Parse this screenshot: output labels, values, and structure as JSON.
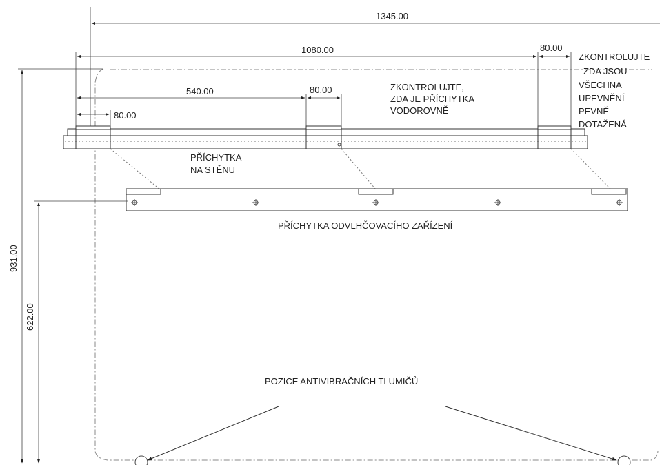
{
  "dimensions": {
    "overall_width": "1345.00",
    "bracket_span": "1080.00",
    "half_span": "540.00",
    "pad_width_left": "80.00",
    "pad_width_mid": "80.00",
    "pad_width_right": "80.00",
    "overall_height": "931.00",
    "bracket_height": "622.00"
  },
  "notes": {
    "check_level": [
      "ZKONTROLUJTE,",
      "ZDA JE PŘÍCHYTKA",
      "VODOROVNĚ"
    ],
    "check_tight": [
      "ZKONTROLUJTE",
      "ZDA JSOU",
      "VŠECHNA",
      "UPEVNĚNÍ",
      "PEVNĚ",
      "DOTAŽENÁ"
    ]
  },
  "labels": {
    "wall_bracket": [
      "PŘÍCHYTKA",
      "NA STĚNU"
    ],
    "unit_bracket": "PŘÍCHYTKA ODVLHČOVACÍHO ZAŘÍZENÍ",
    "dampers": "POZICE ANTIVIBRAČNÍCH TLUMIČŮ"
  },
  "colors": {
    "line": "#333333",
    "background": "#ffffff"
  }
}
